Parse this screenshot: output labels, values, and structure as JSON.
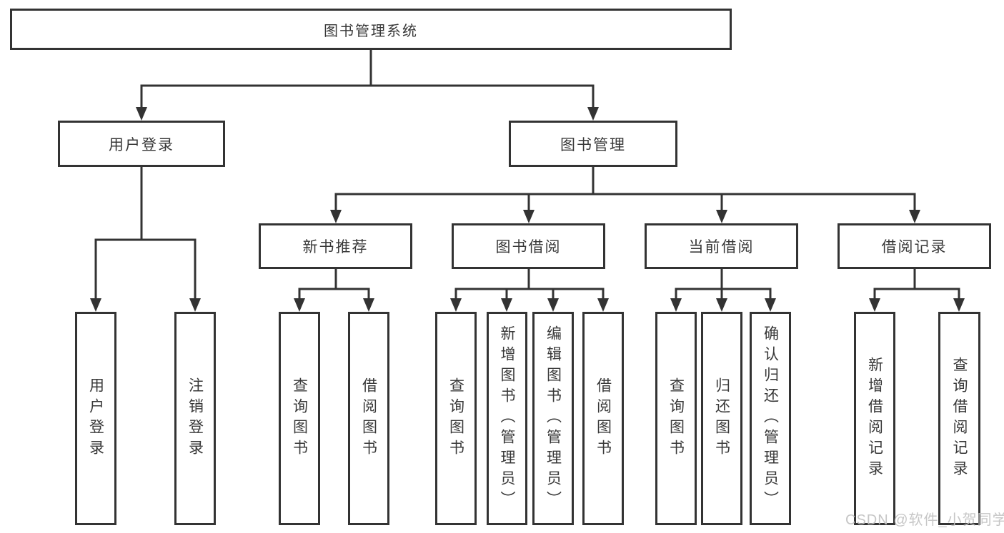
{
  "diagram": {
    "type": "hierarchy-tree",
    "colors": {
      "line": "#333333",
      "text": "#383838",
      "box_background": "#ffffff",
      "watermark": "#c1c1c1"
    }
  },
  "tree": {
    "label": "图书管理系统",
    "children": [
      {
        "label": "用户登录",
        "children": [
          {
            "label": "用户登录"
          },
          {
            "label": "注销登录"
          }
        ]
      },
      {
        "label": "图书管理",
        "children": [
          {
            "label": "新书推荐",
            "children": [
              {
                "label": "查询图书"
              },
              {
                "label": "借阅图书"
              }
            ]
          },
          {
            "label": "图书借阅",
            "children": [
              {
                "label": "查询图书"
              },
              {
                "label": "新增图书（管理员）"
              },
              {
                "label": "编辑图书（管理员）"
              },
              {
                "label": "借阅图书"
              }
            ]
          },
          {
            "label": "当前借阅",
            "children": [
              {
                "label": "查询图书"
              },
              {
                "label": "归还图书"
              },
              {
                "label": "确认归还（管理员）"
              }
            ]
          },
          {
            "label": "借阅记录",
            "children": [
              {
                "label": "新增借阅记录"
              },
              {
                "label": "查询借阅记录"
              }
            ]
          }
        ]
      }
    ]
  },
  "watermark": {
    "text": "CSDN @软件_小贺同学"
  }
}
